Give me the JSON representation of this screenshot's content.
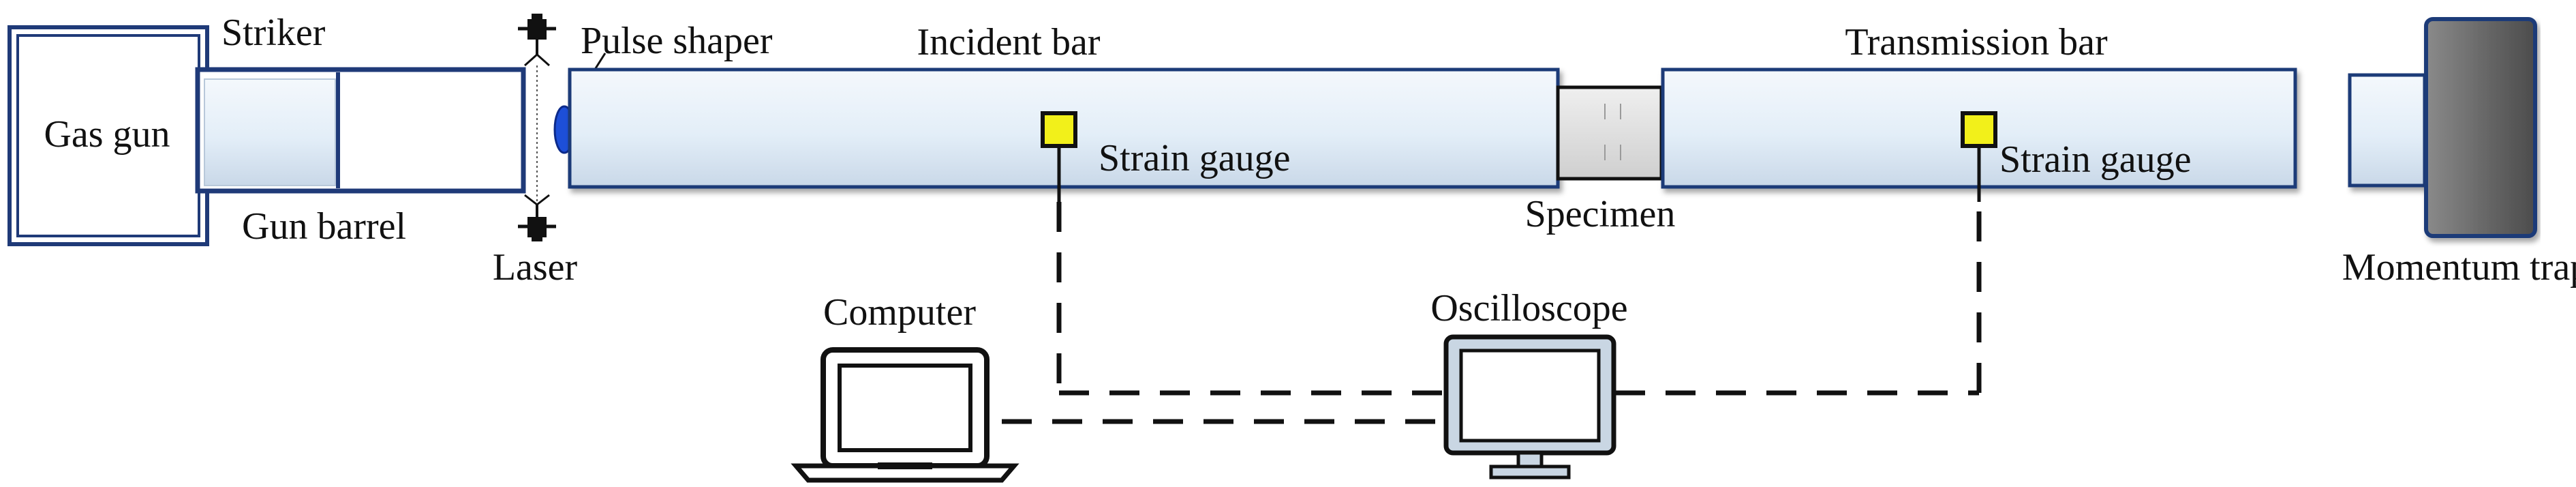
{
  "labels": {
    "gas_gun": "Gas gun",
    "striker": "Striker",
    "gun_barrel": "Gun barrel",
    "pulse_shaper": "Pulse shaper",
    "laser": "Laser",
    "incident_bar": "Incident bar",
    "strain_gauge_1": "Strain gauge",
    "specimen": "Specimen",
    "transmission_bar": "Transmission bar",
    "strain_gauge_2": "Strain gauge",
    "momentum_trap": "Momentum trap",
    "computer": "Computer",
    "oscilloscope": "Oscilloscope"
  },
  "colors": {
    "outline_navy": "#1f3a78",
    "bar_fill": "#e3eef8",
    "gauge_yellow": "#f2f01a",
    "pulse_shaper_blue": "#1d4fd8",
    "trap_grey": "#6e6e6e",
    "monitor_fill": "#c9d6e3",
    "specimen_fill": "#d9d9d9"
  },
  "icons": {
    "laser": "laser-emitter-icon",
    "computer": "laptop-icon",
    "oscilloscope": "monitor-icon",
    "gauge": "strain-gauge-icon"
  }
}
